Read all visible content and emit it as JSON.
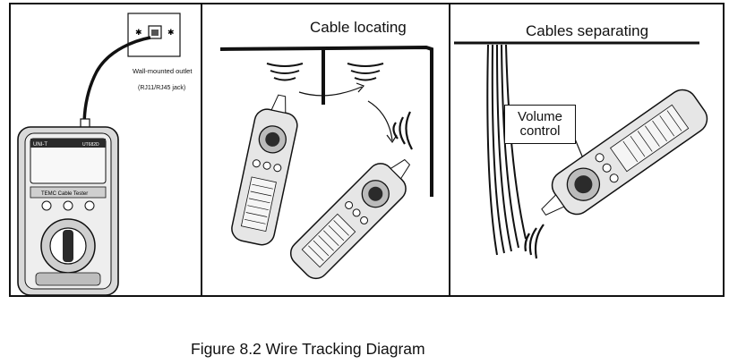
{
  "caption": "Figure 8.2 Wire Tracking Diagram",
  "panel_left": {
    "outlet_label": "Wall-mounted outlet",
    "jack_label": "(RJ11/RJ45 jack)",
    "device_brand": "UNI-T",
    "device_model": "UT682D",
    "device_screen_text": "TEMC Cable Tester"
  },
  "panel_middle": {
    "title": "Cable locating"
  },
  "panel_right": {
    "title": "Cables separating",
    "volume_label_line1": "Volume",
    "volume_label_line2": "control"
  },
  "colors": {
    "ink": "#111111",
    "device_body": "#d9d9d9",
    "device_dark": "#2b2b2b",
    "background": "#ffffff"
  }
}
